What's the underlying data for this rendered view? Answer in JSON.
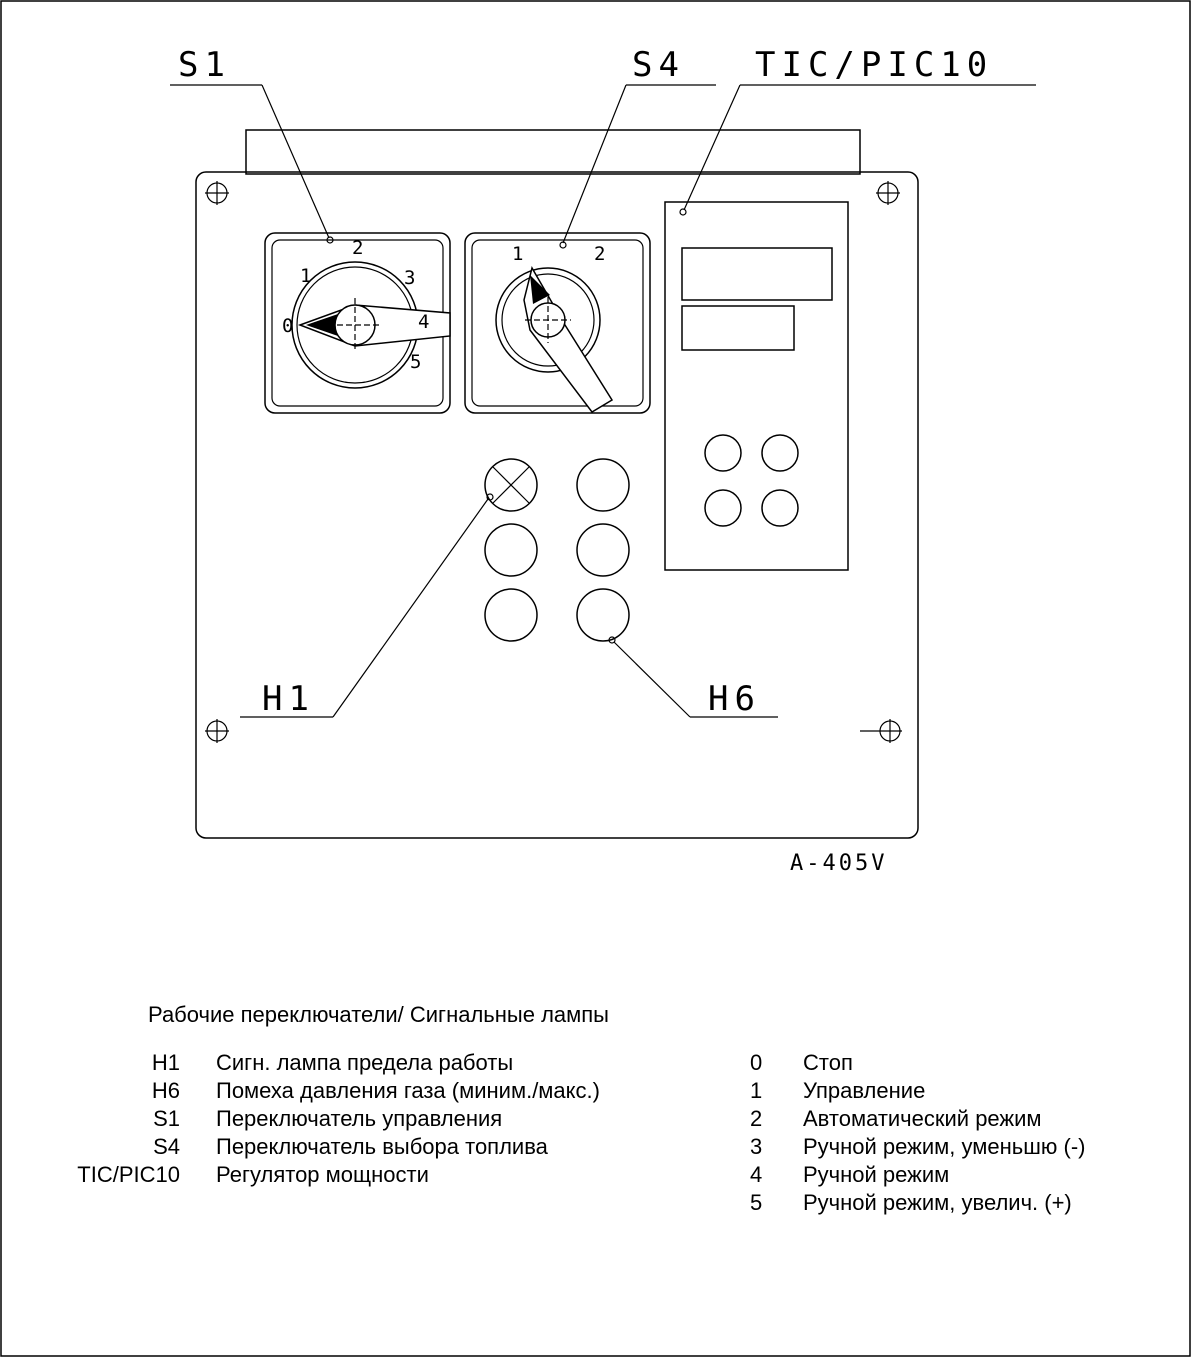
{
  "callouts": {
    "s1": "S1",
    "s4": "S4",
    "tic": "TIC/PIC10",
    "h1": "H1",
    "h6": "H6"
  },
  "s1_dial": [
    "0",
    "1",
    "2",
    "3",
    "4",
    "5"
  ],
  "s4_dial": [
    "1",
    "2"
  ],
  "drawing_number": "A-405V",
  "legend": {
    "heading": "Рабочие переключатели/ Сигнальные лампы",
    "items": [
      {
        "code": "H1",
        "text": "Сигн. лампа предела работы"
      },
      {
        "code": "H6",
        "text": "Помеха давления газа (миним./макс.)"
      },
      {
        "code": "S1",
        "text": "Переключатель управления"
      },
      {
        "code": "S4",
        "text": "Переключатель выбора топлива"
      },
      {
        "code": "TIC/PIC10",
        "text": "Регулятор мощности"
      }
    ],
    "positions": [
      {
        "num": "0",
        "text": "Стоп"
      },
      {
        "num": "1",
        "text": "Управление"
      },
      {
        "num": "2",
        "text": "Автоматический режим"
      },
      {
        "num": "3",
        "text": "Ручной режим, уменьшю (-)"
      },
      {
        "num": "4",
        "text": "Ручной режим"
      },
      {
        "num": "5",
        "text": "Ручной режим, увелич. (+)"
      }
    ]
  }
}
